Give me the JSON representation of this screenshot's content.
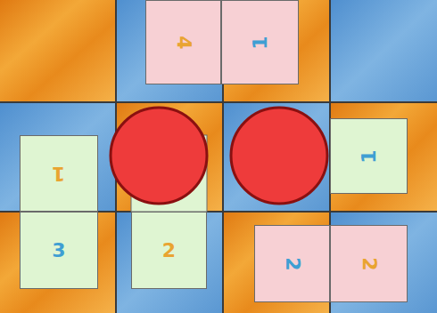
{
  "diagram": {
    "nodes": [
      {
        "text": [
          "4"
        ]
      },
      {
        "text": [
          "1"
        ]
      },
      {
        "text": [
          "1"
        ]
      },
      {
        "text": [
          "1"
        ]
      },
      {
        "text": [
          "3"
        ]
      },
      {
        "text": [
          "2"
        ]
      },
      {
        "text": [
          "2"
        ]
      },
      {
        "text": [
          "2"
        ]
      }
    ]
  }
}
